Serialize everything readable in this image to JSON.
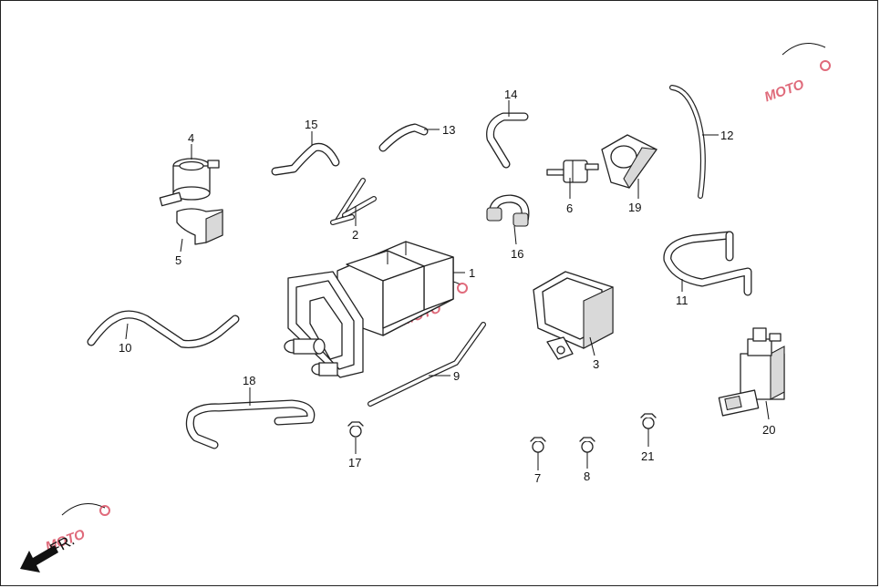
{
  "diagram": {
    "callouts": [
      {
        "id": "1",
        "text": "1"
      },
      {
        "id": "2",
        "text": "2"
      },
      {
        "id": "3",
        "text": "3"
      },
      {
        "id": "4",
        "text": "4"
      },
      {
        "id": "5",
        "text": "5"
      },
      {
        "id": "6",
        "text": "6"
      },
      {
        "id": "7",
        "text": "7"
      },
      {
        "id": "8",
        "text": "8"
      },
      {
        "id": "9",
        "text": "9"
      },
      {
        "id": "10",
        "text": "10"
      },
      {
        "id": "11",
        "text": "11"
      },
      {
        "id": "12",
        "text": "12"
      },
      {
        "id": "13",
        "text": "13"
      },
      {
        "id": "14",
        "text": "14"
      },
      {
        "id": "15",
        "text": "15"
      },
      {
        "id": "16",
        "text": "16"
      },
      {
        "id": "17",
        "text": "17"
      },
      {
        "id": "18",
        "text": "18"
      },
      {
        "id": "19",
        "text": "19"
      },
      {
        "id": "20",
        "text": "20"
      },
      {
        "id": "21",
        "text": "21"
      }
    ],
    "direction_label": "FR.",
    "watermark_text": "MOTO"
  },
  "colors": {
    "line": "#222222",
    "shade": "#d9d9d9",
    "watermark": "#d8455a"
  }
}
